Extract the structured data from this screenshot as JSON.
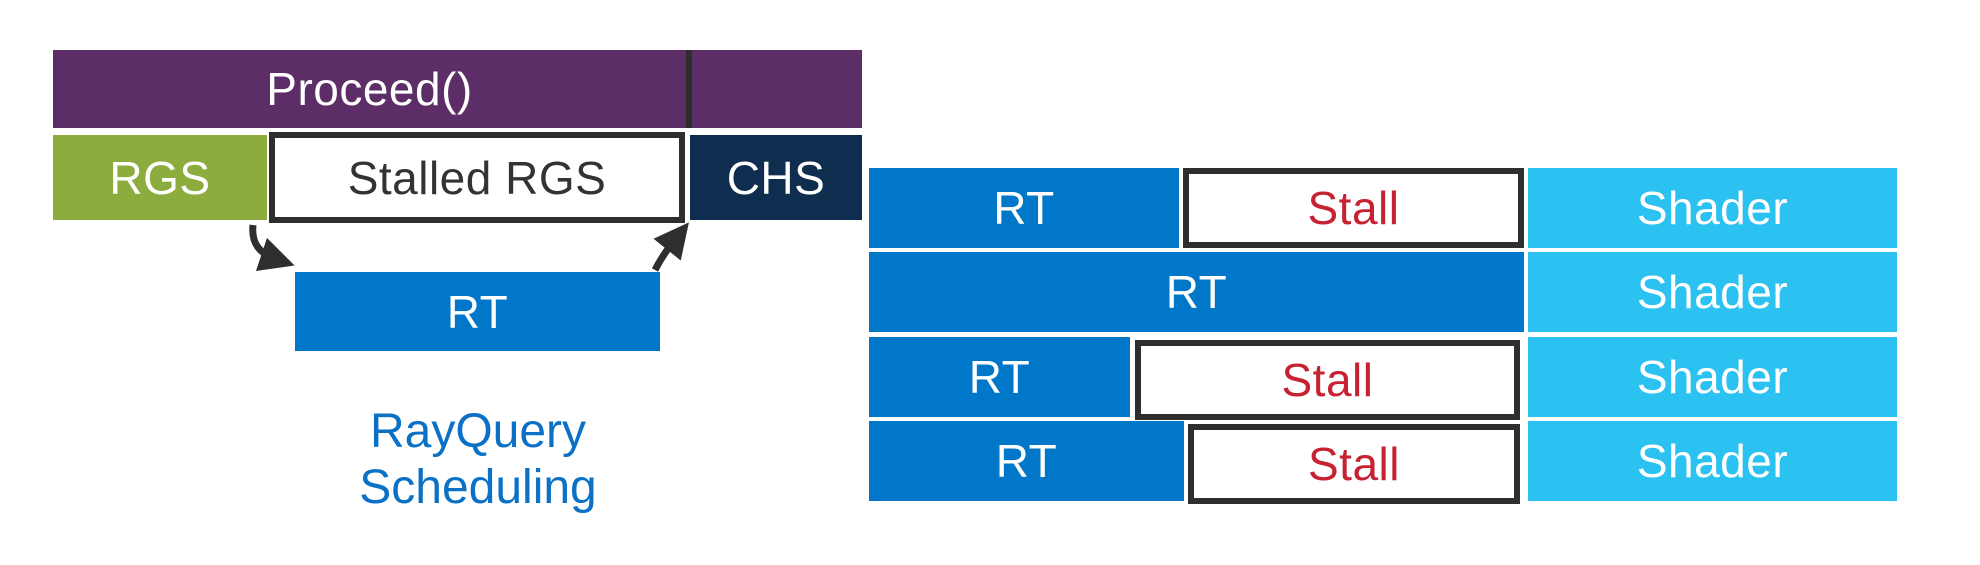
{
  "palette": {
    "background": "#FFFFFF",
    "purple": "#5C2D66",
    "green": "#8DAC3E",
    "navy": "#0F2D4F",
    "rt_blue": "#0077C8",
    "shader_blue": "#2BC1F0",
    "stall_white": "#FFFFFF",
    "stall_red": "#C62232",
    "border_dark": "#2E2E2E",
    "arrow_dark": "#2F2F2F",
    "caption_blue": "#0A71C6",
    "label_white": "#FFFFFF",
    "label_dark": "#333333"
  },
  "left_diagram": {
    "proceed_label": "Proceed()",
    "rgs_label": "RGS",
    "stalled_rgs_label": "Stalled RGS",
    "chs_label": "CHS",
    "rt_label": "RT",
    "caption_line1": "RayQuery",
    "caption_line2": "Scheduling"
  },
  "right_diagram": {
    "rows": [
      {
        "segments": [
          {
            "label": "RT"
          },
          {
            "label": "Stall"
          },
          {
            "label": "Shader"
          }
        ]
      },
      {
        "segments": [
          {
            "label": "RT"
          },
          {
            "label": "Shader"
          }
        ]
      },
      {
        "segments": [
          {
            "label": "RT"
          },
          {
            "label": "Stall"
          },
          {
            "label": "Shader"
          }
        ]
      },
      {
        "segments": [
          {
            "label": "RT"
          },
          {
            "label": "Stall"
          },
          {
            "label": "Shader"
          }
        ]
      }
    ]
  }
}
